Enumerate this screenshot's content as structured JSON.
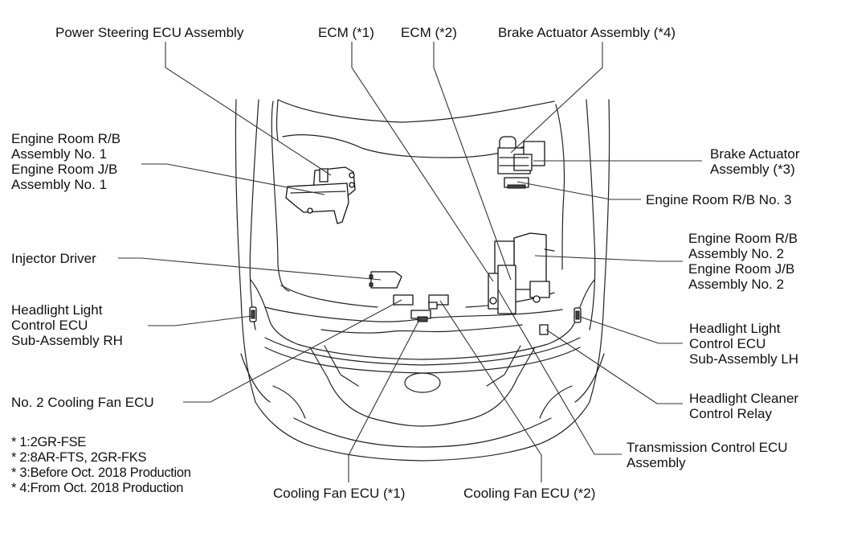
{
  "diagram": {
    "title": "Engine compartment ECU / relay block location",
    "labels": {
      "power_steering_ecu": [
        "Power Steering ECU Assembly"
      ],
      "ecm_1": [
        "ECM (*1)"
      ],
      "ecm_2": [
        "ECM (*2)"
      ],
      "brake_actuator_4": [
        "Brake Actuator Assembly (*4)"
      ],
      "engine_room_rb1": [
        "Engine Room R/B",
        "Assembly No. 1",
        "Engine Room J/B",
        "Assembly No. 1"
      ],
      "brake_actuator_3": [
        "Brake Actuator",
        "Assembly (*3)"
      ],
      "engine_room_rb3": [
        "Engine Room R/B No. 3"
      ],
      "injector_driver": [
        "Injector Driver"
      ],
      "engine_room_rb2": [
        "Engine Room R/B",
        "Assembly No. 2",
        "Engine Room J/B",
        "Assembly No. 2"
      ],
      "headlight_ecu_rh": [
        "Headlight Light",
        "Control ECU",
        "Sub-Assembly RH"
      ],
      "headlight_ecu_lh": [
        "Headlight Light",
        "Control ECU",
        "Sub-Assembly LH"
      ],
      "headlight_cleaner_relay": [
        "Headlight Cleaner",
        "Control Relay"
      ],
      "no2_cooling_fan_ecu": [
        "No. 2 Cooling Fan ECU"
      ],
      "transmission_control_ecu": [
        "Transmission Control ECU",
        "Assembly"
      ],
      "cooling_fan_ecu_1": [
        "Cooling Fan ECU (*1)"
      ],
      "cooling_fan_ecu_2": [
        "Cooling Fan ECU (*2)"
      ]
    },
    "footnotes": [
      "* 1:2GR-FSE",
      "* 2:8AR-FTS, 2GR-FKS",
      "* 3:Before Oct. 2018 Production",
      "* 4:From Oct. 2018 Production"
    ]
  }
}
